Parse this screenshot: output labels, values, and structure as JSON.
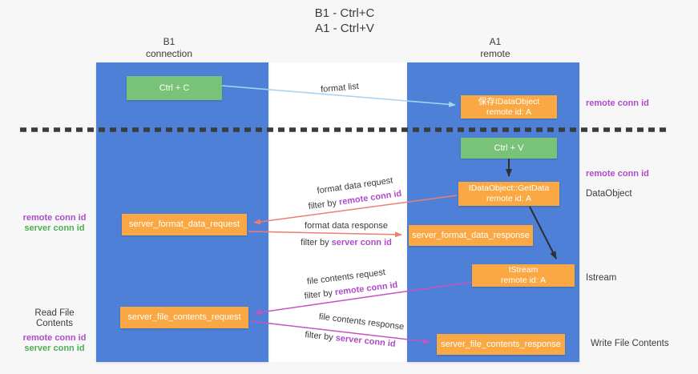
{
  "colors": {
    "bg": "#f7f7f8",
    "gap": "#ffffff",
    "column": "#4d80d6",
    "green": "#79c379",
    "orange": "#f9a843",
    "text": "#3b3b3b",
    "purple": "#ae4bc8",
    "green-text": "#4fae55",
    "box-text": "#ffffff",
    "arrow-blue": "#a6d4f2",
    "arrow-black": "#2f2f2f",
    "arrow-red": "#ee7e72",
    "arrow-magenta": "#c653c1",
    "dash": "#3b3b3b"
  },
  "title": {
    "line1": "B1 - Ctrl+C",
    "line2": "A1 - Ctrl+V"
  },
  "lanes": {
    "left": {
      "name": "B1",
      "role": "connection"
    },
    "right": {
      "name": "A1",
      "role": "remote"
    }
  },
  "nodes": {
    "ctrl_c": {
      "label": "Ctrl + C"
    },
    "ctrl_v": {
      "label": "Ctrl + V"
    },
    "save_idataobject": {
      "line1": "保存IDataObject",
      "line2": "remote id: A"
    },
    "getdata": {
      "line1": "IDataObject::GetData",
      "line2": "remote id: A"
    },
    "istream": {
      "line1": "IStream",
      "line2": "remote id: A"
    },
    "format_request": {
      "label": "server_format_data_request"
    },
    "format_response": {
      "label": "server_format_data_response"
    },
    "file_request": {
      "label": "server_file_contents_request"
    },
    "file_response": {
      "label": "server_file_contents_response"
    }
  },
  "flow_labels": {
    "format_list": "format list",
    "format_data_request": "format data request",
    "format_data_response": "format data response",
    "file_contents_request": "file contents request",
    "file_contents_response": "file contents response",
    "filter_by": "filter by ",
    "remote_conn_id": "remote conn id",
    "server_conn_id": "server conn id"
  },
  "side_labels": {
    "right_remote_conn_id_top": "remote conn id",
    "right_remote_conn_id_mid": "remote conn id",
    "dataobject": "DataObject",
    "istream": "Istream",
    "write_file_contents": "Write File Contents",
    "left_remote_conn_id_1": "remote conn id",
    "left_server_conn_id_1": "server conn id",
    "read_file_contents": "Read File Contents",
    "left_remote_conn_id_2": "remote conn id",
    "left_server_conn_id_2": "server conn id"
  }
}
